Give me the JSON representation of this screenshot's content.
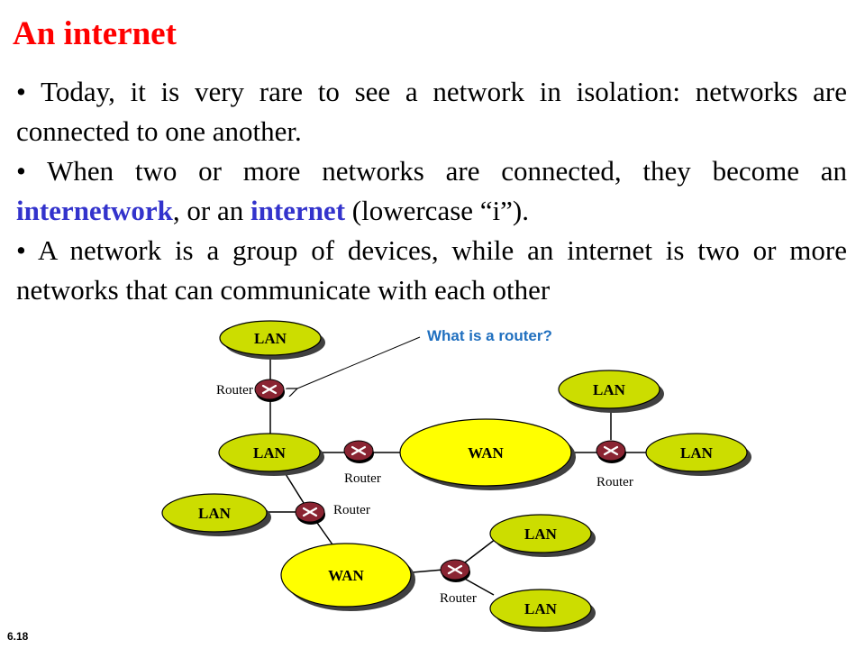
{
  "slide": {
    "title": "An internet",
    "bullets": [
      {
        "parts": [
          {
            "text": "Today, it is very rare to see a network in isolation: networks are connected to one another."
          }
        ]
      },
      {
        "parts": [
          {
            "text": "When two or more networks are connected, they become an "
          },
          {
            "text": "internetwork",
            "highlight": true
          },
          {
            "text": ", or an "
          },
          {
            "text": "internet",
            "highlight": true
          },
          {
            "text": " (lowercase “i”)."
          }
        ]
      },
      {
        "parts": [
          {
            "text": "A network is a group of devices, while an internet is two or more networks that can communicate with each other"
          }
        ]
      }
    ],
    "bullet_symbol": "•",
    "callout": "What is a router?",
    "page_number": "6.18"
  },
  "diagram": {
    "colors": {
      "lan": "#ccdd00",
      "wan": "#ffff00",
      "router": "#8a2432",
      "shadow": "#404040",
      "title": "#ff0000",
      "highlight": "#3333cc",
      "callout": "#1f6fbf"
    },
    "labels": {
      "lan": "LAN",
      "wan": "WAN",
      "router": "Router"
    },
    "lans": [
      "lan-top-left",
      "lan-middle-left",
      "lan-lower-left",
      "lan-right-top",
      "lan-right-bottom",
      "lan-bottom-right-top",
      "lan-bottom-right-bottom"
    ],
    "wans": [
      "wan-center",
      "wan-bottom"
    ],
    "routers": [
      "router-top-left",
      "router-center-left",
      "router-center-right",
      "router-lower-left",
      "router-bottom"
    ]
  }
}
